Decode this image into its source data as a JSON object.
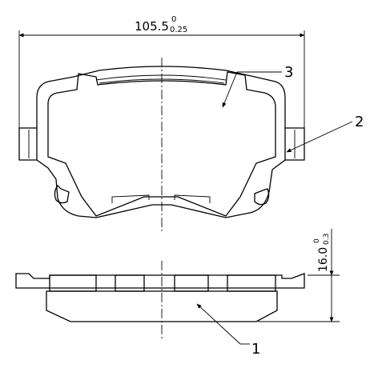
{
  "dimensions": {
    "width": {
      "nominal": "105.5",
      "upper_tol": "0",
      "lower_tol": "0.25"
    },
    "thickness": {
      "nominal": "16.0",
      "upper_tol": "0",
      "lower_tol": "0.3"
    }
  },
  "callouts": [
    {
      "label": "3"
    },
    {
      "label": "2"
    },
    {
      "label": "1"
    }
  ]
}
